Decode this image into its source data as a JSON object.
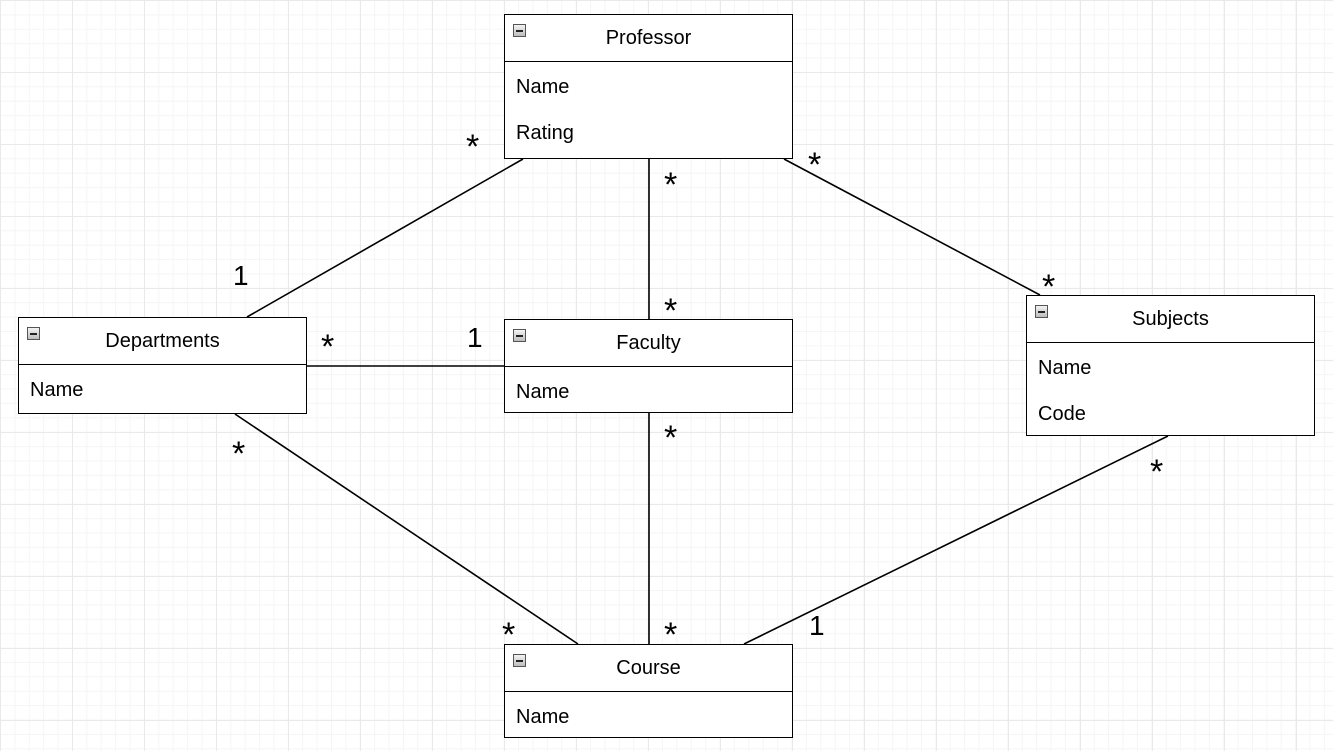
{
  "entities": {
    "professor": {
      "title": "Professor",
      "attributes": [
        "Name",
        "Rating"
      ]
    },
    "departments": {
      "title": "Departments",
      "attributes": [
        "Name"
      ]
    },
    "faculty": {
      "title": "Faculty",
      "attributes": [
        "Name"
      ]
    },
    "subjects": {
      "title": "Subjects",
      "attributes": [
        "Name",
        "Code"
      ]
    },
    "course": {
      "title": "Course",
      "attributes": [
        "Name"
      ]
    }
  },
  "icons": {
    "collapse": "collapse-minus-icon"
  },
  "colors": {
    "line": "#000000",
    "grid": "#e9e9e9",
    "background": "#ffffff"
  },
  "relationships": [
    {
      "id": "prof-dept",
      "from": "professor",
      "to": "departments",
      "from_mult": "*",
      "to_mult": "1"
    },
    {
      "id": "prof-fac",
      "from": "professor",
      "to": "faculty",
      "from_mult": "*",
      "to_mult": "*"
    },
    {
      "id": "prof-subj",
      "from": "professor",
      "to": "subjects",
      "from_mult": "*",
      "to_mult": "*"
    },
    {
      "id": "dept-fac",
      "from": "departments",
      "to": "faculty",
      "from_mult": "*",
      "to_mult": "1"
    },
    {
      "id": "dept-course",
      "from": "departments",
      "to": "course",
      "from_mult": "*",
      "to_mult": "*"
    },
    {
      "id": "fac-course",
      "from": "faculty",
      "to": "course",
      "from_mult": "*",
      "to_mult": "*"
    },
    {
      "id": "subj-course",
      "from": "subjects",
      "to": "course",
      "from_mult": "*",
      "to_mult": "1"
    }
  ]
}
